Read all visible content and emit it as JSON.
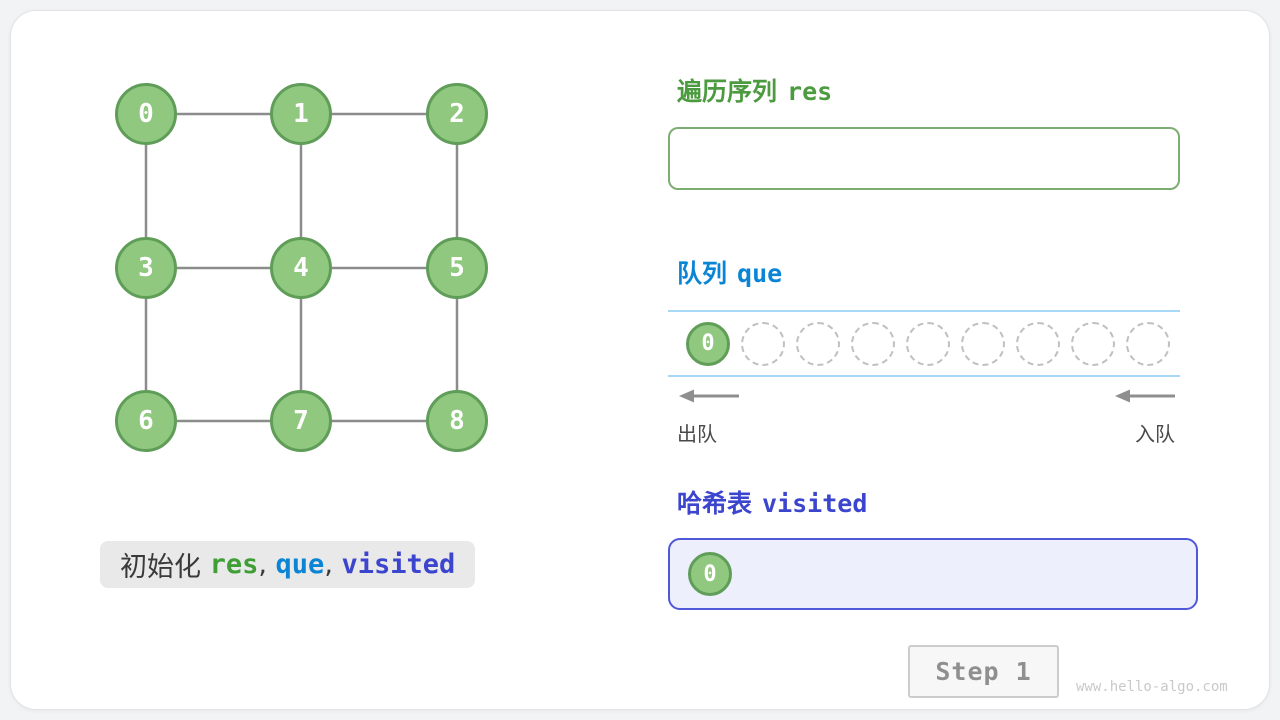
{
  "graph": {
    "nodes": [
      {
        "label": "0"
      },
      {
        "label": "1"
      },
      {
        "label": "2"
      },
      {
        "label": "3"
      },
      {
        "label": "4"
      },
      {
        "label": "5"
      },
      {
        "label": "6"
      },
      {
        "label": "7"
      },
      {
        "label": "8"
      }
    ],
    "edges": [
      [
        0,
        1
      ],
      [
        1,
        2
      ],
      [
        3,
        4
      ],
      [
        4,
        5
      ],
      [
        6,
        7
      ],
      [
        7,
        8
      ],
      [
        0,
        3
      ],
      [
        3,
        6
      ],
      [
        1,
        4
      ],
      [
        4,
        7
      ],
      [
        2,
        5
      ],
      [
        5,
        8
      ]
    ]
  },
  "caption": {
    "prefix": "初始化 ",
    "res": "res",
    "sep1": ", ",
    "que": "que",
    "sep2": ", ",
    "visited": "visited"
  },
  "res_section": {
    "title_cn": "遍历序列",
    "title_code": "res",
    "items": []
  },
  "queue_section": {
    "title_cn": "队列",
    "title_code": "que",
    "slots": [
      {
        "value": "0",
        "filled": true
      },
      {
        "filled": false
      },
      {
        "filled": false
      },
      {
        "filled": false
      },
      {
        "filled": false
      },
      {
        "filled": false
      },
      {
        "filled": false
      },
      {
        "filled": false
      },
      {
        "filled": false
      }
    ],
    "dequeue_label": "出队",
    "enqueue_label": "入队"
  },
  "visited_section": {
    "title_cn": "哈希表",
    "title_code": "visited",
    "items": [
      "0"
    ]
  },
  "footer": {
    "step_label": "Step 1",
    "watermark": "www.hello-algo.com"
  },
  "colors": {
    "node_fill": "#8fc87e",
    "node_border": "#5f9d58",
    "edge": "#8c8c8c",
    "res_accent": "#4d9b40",
    "que_accent": "#0a85d6",
    "visited_accent": "#3c45cd",
    "queue_line": "#a8d8f8",
    "visited_bg": "#edeffc"
  }
}
